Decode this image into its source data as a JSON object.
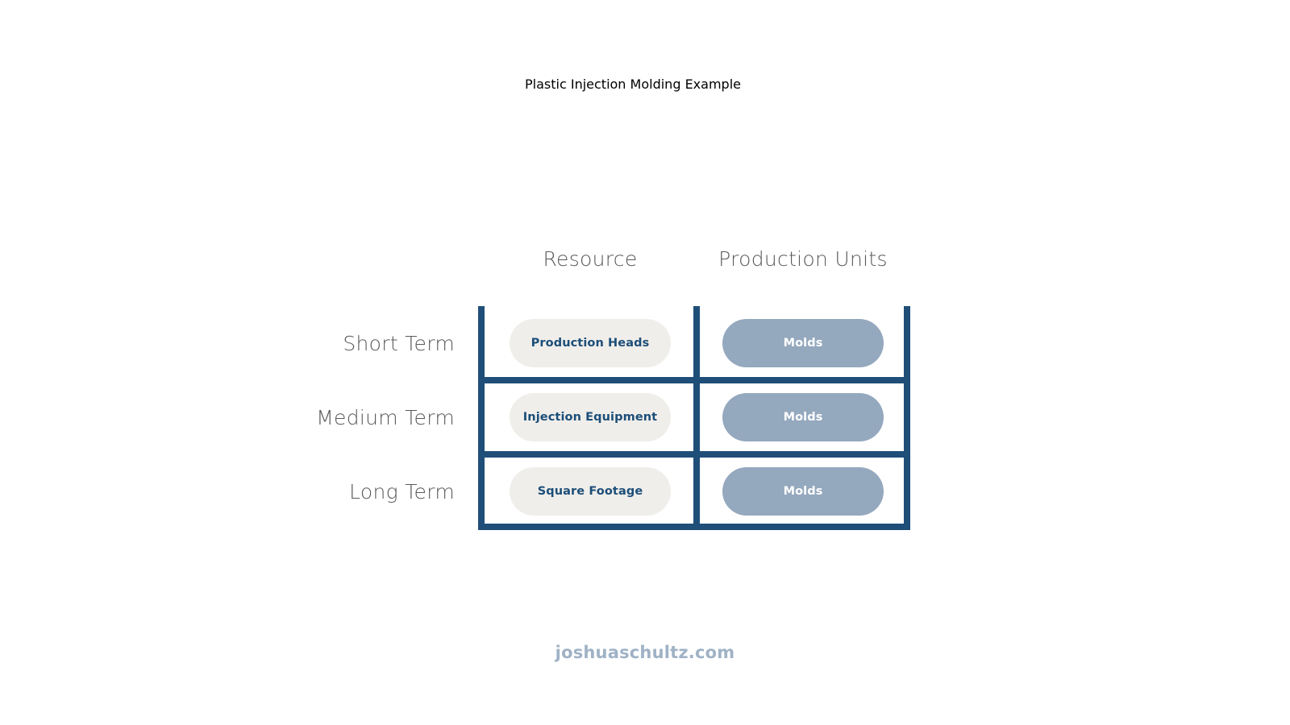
{
  "title": {
    "line1": "Plastic Injection Molding",
    "line2": "Example"
  },
  "matrix": {
    "column_headers": [
      "Resource",
      "Production Units"
    ],
    "row_labels": [
      "Short Term",
      "Medium Term",
      "Long Term"
    ],
    "rows": [
      {
        "label": "Short Term",
        "resource": "Production Heads",
        "production_units": "Molds"
      },
      {
        "label": "Medium Term",
        "resource": "Injection Equipment",
        "production_units": "Molds"
      },
      {
        "label": "Long Term",
        "resource": "Square Footage",
        "production_units": "Molds"
      }
    ]
  },
  "footer": {
    "site": "joshuaschultz.com"
  },
  "colors": {
    "grid_line": "#1f4e79",
    "resource_pill_bg": "#f0eeea",
    "resource_pill_text": "#1c4e79",
    "units_pill_bg": "#94a8be",
    "units_pill_text": "#ffffff",
    "heading_text": "#5a5a5a",
    "footer_text": "#9fb2c6",
    "page_bg": "#ffffff"
  }
}
